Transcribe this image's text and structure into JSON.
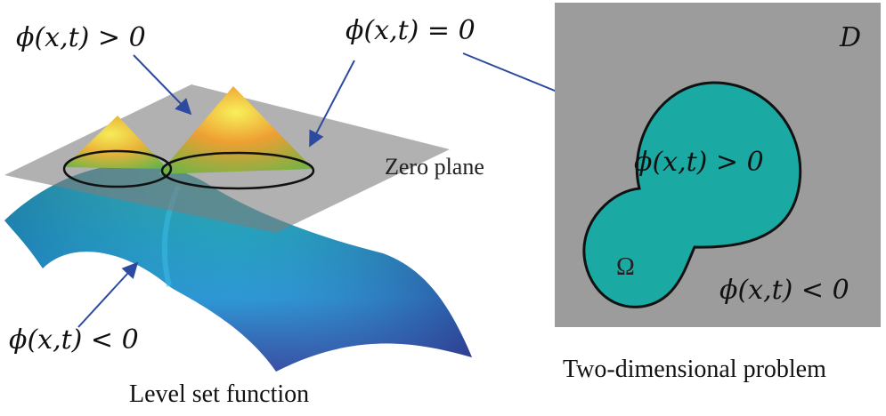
{
  "left_panel": {
    "label_positive": "ϕ(x,t) > 0",
    "label_zero": "ϕ(x,t) = 0",
    "label_negative": "ϕ(x,t) < 0",
    "zero_plane_label": "Zero plane",
    "caption": "Level set function"
  },
  "right_panel": {
    "domain_label": "D",
    "region_label": "Ω",
    "label_positive": "ϕ(x,t) > 0",
    "label_negative": "ϕ(x,t) < 0",
    "caption": "Two-dimensional problem"
  },
  "colors": {
    "domain_gray": "#9c9c9c",
    "region_teal": "#1aa9a3",
    "arrow_blue": "#2b4aa0",
    "plane_gray": "#8a8a8a"
  }
}
